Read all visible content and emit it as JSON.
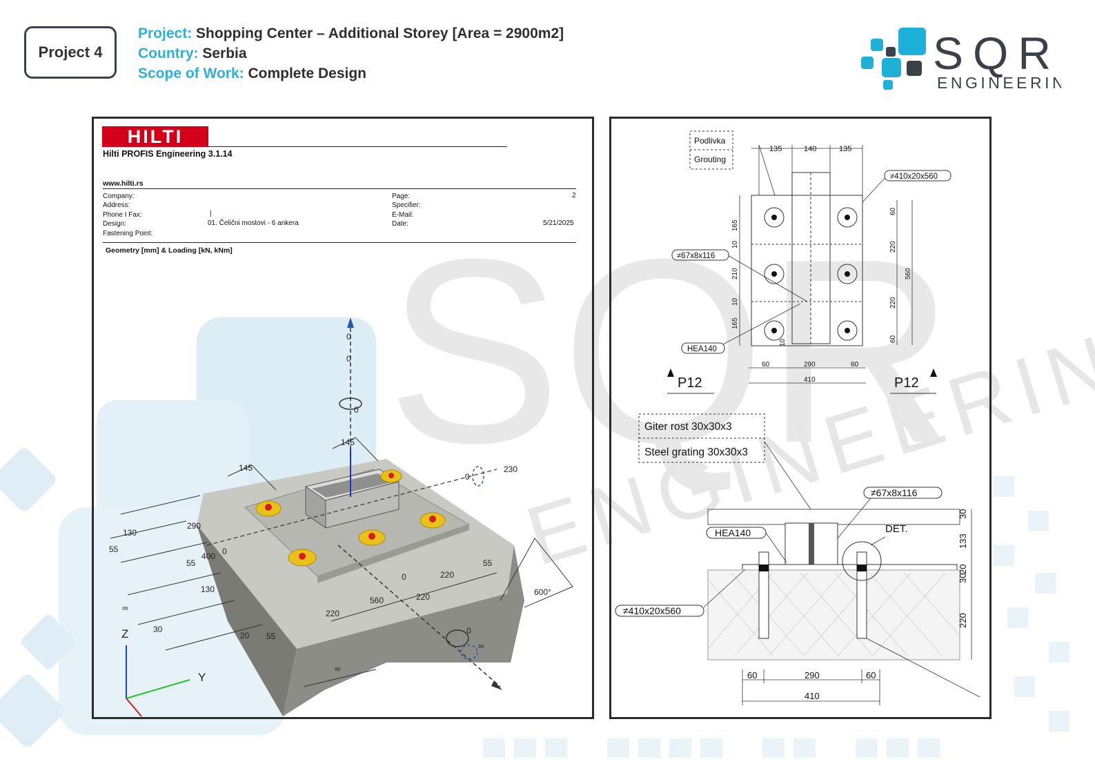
{
  "header": {
    "tag": "Project 4",
    "project_label": "Project:",
    "project_value": "Shopping Center – Additional Storey [Area = 2900m2]",
    "country_label": "Country:",
    "country_value": "Serbia",
    "scope_label": "Scope of Work:",
    "scope_value": "Complete Design"
  },
  "logo": {
    "name": "SQR",
    "sub": "ENGINEERING",
    "accent": "#1fb0d8",
    "dark": "#3a4149"
  },
  "hilti": {
    "brand": "HILTI",
    "product": "Hilti PROFIS Engineering 3.1.14",
    "website": "www.hilti.rs",
    "fields_left": [
      "Company:",
      "Address:",
      "Phone I Fax:",
      "Design:",
      "Fastening Point:"
    ],
    "phone_sep": "|",
    "design_value": "01. Čelični mostovi - 6 ankera",
    "fields_right": [
      "Page:",
      "Specifier:",
      "E-Mail:",
      "Date:"
    ],
    "page_value": "2",
    "date_value": "5/21/2025",
    "section_title": "Geometry [mm] & Loading [kN, kNm]"
  },
  "model_labels": {
    "dims": [
      "145",
      "145",
      "230",
      "0",
      "0",
      "0",
      "0",
      "0",
      "0",
      "0",
      "∞",
      "130",
      "55",
      "290",
      "400",
      "55",
      "130",
      "∞",
      "30",
      "20",
      "55",
      "220",
      "560",
      "220",
      "55",
      "220",
      "600°",
      "∞"
    ],
    "axes": {
      "z": "Z",
      "y": "Y"
    }
  },
  "drawing": {
    "plan": {
      "labels": [
        "Podlivka",
        "Grouting"
      ],
      "top_dims": [
        "135",
        "140",
        "135"
      ],
      "plate_tag": "≠410x20x560",
      "stiffener_tag": "≠67x8x116",
      "column_tag": "HEA140",
      "left_dims": [
        "165",
        "10",
        "210",
        "10",
        "165"
      ],
      "right_dims": [
        "60",
        "220",
        "220",
        "60"
      ],
      "overall_right": "560",
      "bottom_dims": [
        "60",
        "290",
        "60"
      ],
      "bottom_total": "410",
      "small": "10",
      "section_left": "P12",
      "section_right": "P12"
    },
    "section": {
      "grating_hr": "Giter rost 30x30x3",
      "grating_en": "Steel grating 30x30x3",
      "stiffener_tag": "≠67x8x116",
      "column_tag": "HEA140",
      "detail": "DET.",
      "plate_tag": "≠410x20x560",
      "right_dims": [
        "30",
        "133",
        "20",
        "30",
        "220"
      ],
      "bottom_dims": [
        "60",
        "290",
        "60"
      ],
      "bottom_total": "410"
    }
  }
}
